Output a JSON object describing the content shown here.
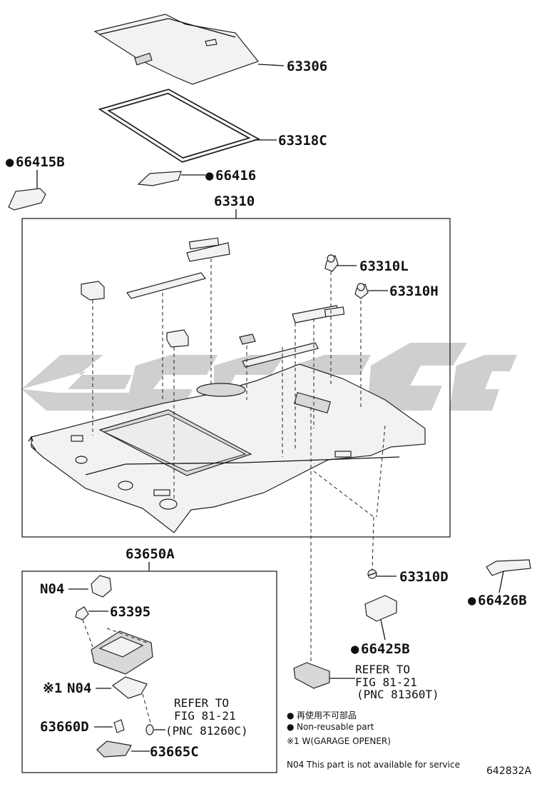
{
  "parts": {
    "p63306": "63306",
    "p63318c": "63318C",
    "p66415b": "66415B",
    "p66416": "66416",
    "p63310": "63310",
    "p63310l": "63310L",
    "p63310h": "63310H",
    "p63310d": "63310D",
    "p66426b": "66426B",
    "p66425b": "66425B",
    "p63650a": "63650A",
    "n04_top": "N04",
    "p63395": "63395",
    "n04_mark": "※1",
    "n04_mid": "N04",
    "p63660d": "63660D",
    "p63665c": "63665C"
  },
  "bullet_symbol": "●",
  "refs": {
    "ref1_line1": "REFER TO",
    "ref1_line2": "FIG 81-21",
    "ref1_line3": "(PNC 81360T)",
    "ref2_line1": "REFER TO",
    "ref2_line2": "FIG 81-21",
    "ref2_line3": "(PNC 81260C)"
  },
  "legend": {
    "bullet_jp": "再使用不可部品",
    "bullet_en": "Non-reusable part",
    "note1": "※1 W(GARAGE OPENER)",
    "n04_note": "N04 This part is not available for service"
  },
  "figure_code": "642832A",
  "colors": {
    "watermark": "#cfcfcf",
    "line": "#111111"
  }
}
